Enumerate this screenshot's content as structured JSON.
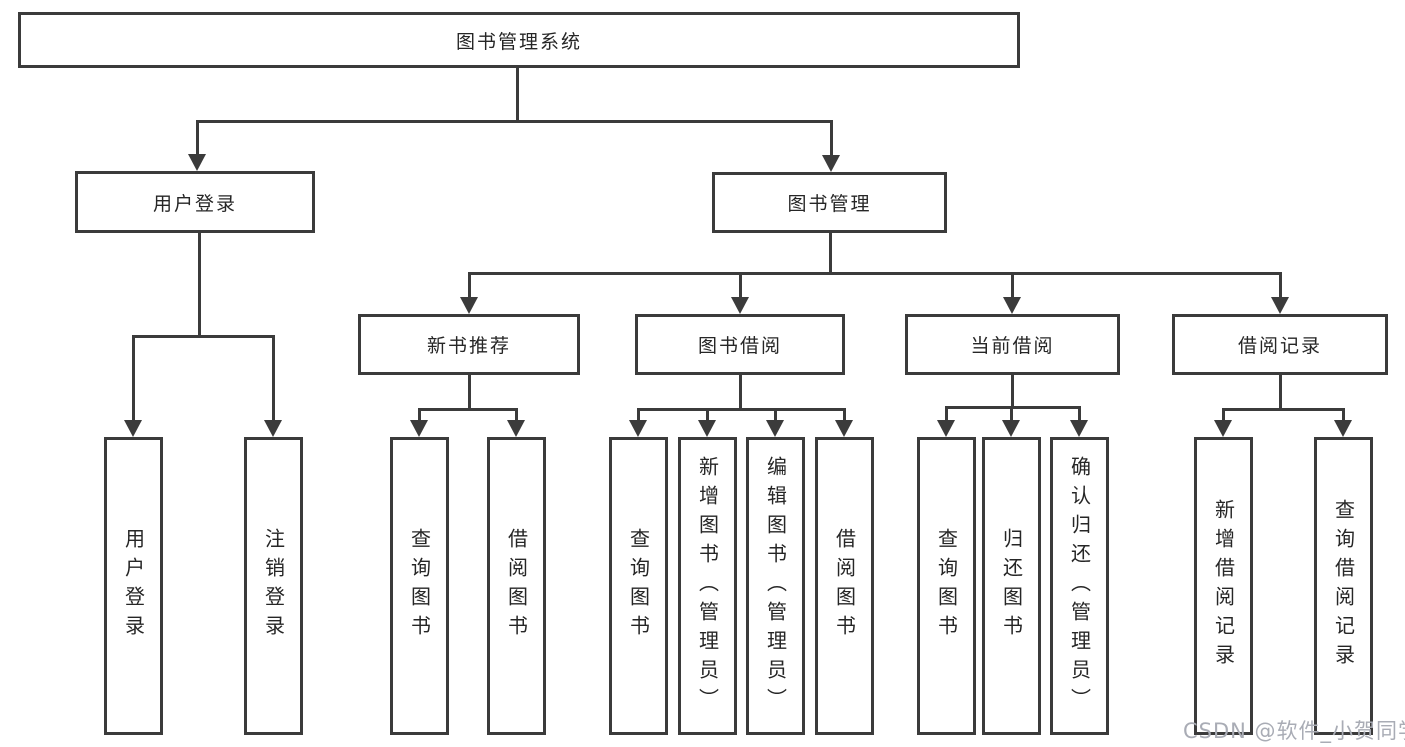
{
  "diagram": {
    "root": {
      "label": "图书管理系统"
    },
    "branches": [
      {
        "label": "用户登录",
        "children": [
          {
            "label": "用户登录"
          },
          {
            "label": "注销登录"
          }
        ]
      },
      {
        "label": "图书管理",
        "children": [
          {
            "label": "新书推荐",
            "children": [
              {
                "label": "查询图书"
              },
              {
                "label": "借阅图书"
              }
            ]
          },
          {
            "label": "图书借阅",
            "children": [
              {
                "label": "查询图书"
              },
              {
                "label": "新增图书（管理员）"
              },
              {
                "label": "编辑图书（管理员）"
              },
              {
                "label": "借阅图书"
              }
            ]
          },
          {
            "label": "当前借阅",
            "children": [
              {
                "label": "查询图书"
              },
              {
                "label": "归还图书"
              },
              {
                "label": "确认归还（管理员）"
              }
            ]
          },
          {
            "label": "借阅记录",
            "children": [
              {
                "label": "新增借阅记录"
              },
              {
                "label": "查询借阅记录"
              }
            ]
          }
        ]
      }
    ]
  },
  "watermark": {
    "text": "CSDN @软件_小贺同学"
  },
  "colors": {
    "box_border": "#3b3b3b",
    "connector_line": "#3b3b3b",
    "box_fill": "#ffffff",
    "text": "#262626",
    "watermark_text": "#a9acb5"
  }
}
